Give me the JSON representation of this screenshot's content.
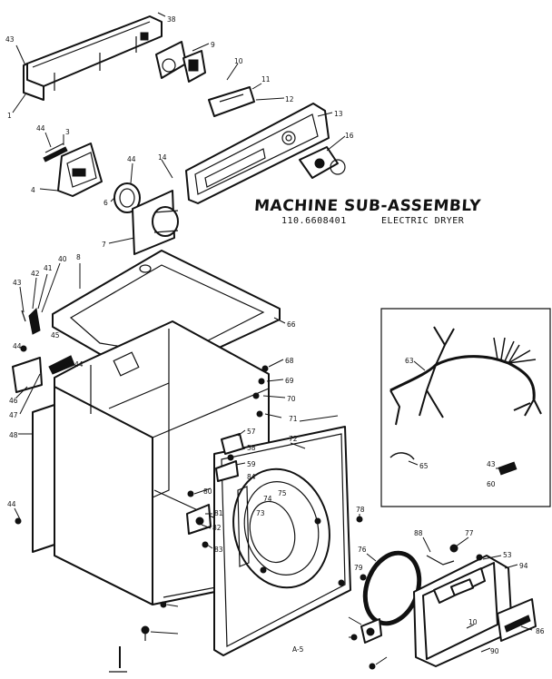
{
  "title": "MACHINE SUB-ASSEMBLY",
  "model_number": "110.6608401",
  "model_description": "ELECTRIC DRYER",
  "page_code": "A-5",
  "callouts": {
    "c_top_right": "38",
    "c_top_left": "43",
    "c_console_bottom": "1",
    "c_9": "9",
    "c_10": "10",
    "c_11": "11",
    "c_12": "12",
    "c_13": "13",
    "c_16": "16",
    "c_44a": "44",
    "c_3": "3",
    "c_4": "4",
    "c_44b": "44",
    "c_14": "14",
    "c_6": "6",
    "c_7": "7",
    "c_8": "8",
    "c_43a": "43",
    "c_42": "42",
    "c_41": "41",
    "c_40": "40",
    "c_44c": "44",
    "c_45": "45",
    "c_44d": "44",
    "c_46": "46",
    "c_47": "47",
    "c_48": "48",
    "c_44e": "44",
    "c_top_front": "66",
    "c_68": "68",
    "c_69": "69",
    "c_70": "70",
    "c_71": "71",
    "c_72": "72",
    "c_57": "57",
    "c_58": "58",
    "c_59": "59",
    "c_80": "80",
    "c_81": "81",
    "c_82": "82",
    "c_83": "83",
    "c_84": "84",
    "c_74": "74",
    "c_75": "75",
    "c_73": "73",
    "c_76": "76",
    "c_78": "78",
    "c_79": "79",
    "c_88": "88",
    "c_77": "77",
    "c_53": "53",
    "c_94": "94",
    "c_10b": "10",
    "c_90": "90",
    "c_86": "86",
    "c_harness": "63",
    "c_harness2": "65",
    "c_43b": "43",
    "c_60": "60"
  }
}
